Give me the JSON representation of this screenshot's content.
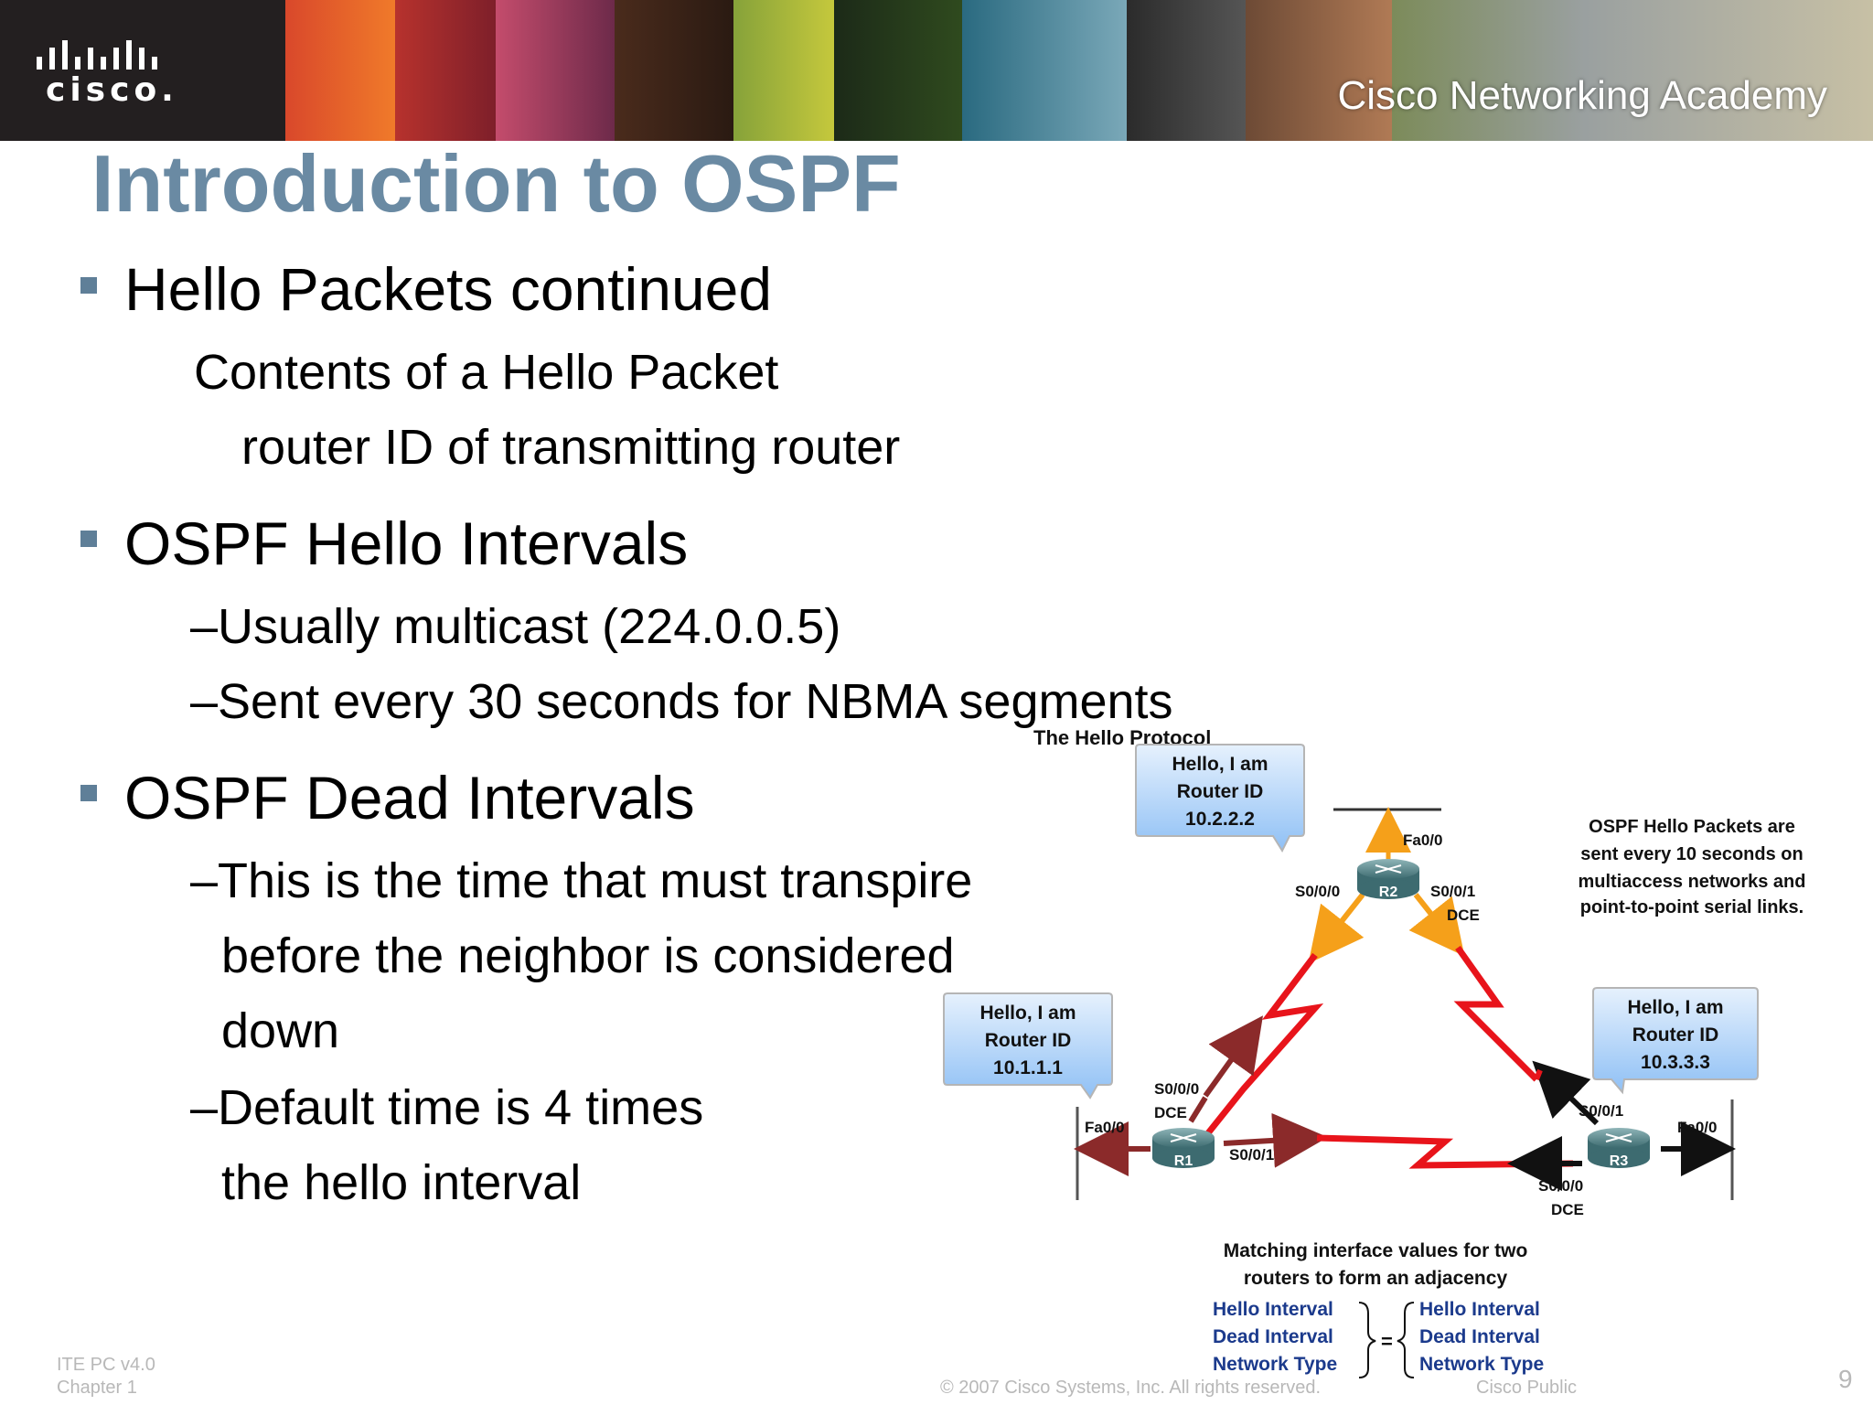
{
  "banner": {
    "logo_text": "cisco.",
    "academy_text": "Cisco Networking Academy"
  },
  "slide": {
    "title": "Introduction to OSPF",
    "b1": {
      "label": "Hello Packets continued",
      "sub1": "Contents of a Hello Packet",
      "sub2": "router ID of transmitting router"
    },
    "b2": {
      "label": "OSPF Hello Intervals",
      "items": [
        "–Usually multicast (224.0.0.5)",
        "–Sent every 30 seconds for NBMA segments"
      ]
    },
    "b3": {
      "label": "OSPF Dead Intervals",
      "item1": [
        "–This is the time that must transpire",
        "before the neighbor is considered",
        "down"
      ],
      "item2": [
        "–Default time is 4 times",
        "the hello interval"
      ]
    }
  },
  "diagram": {
    "title": "The Hello Protocol",
    "note": [
      "OSPF Hello Packets are",
      "sent every 10 seconds on",
      "multiaccess networks and",
      "point-to-point serial links."
    ],
    "callouts": {
      "r2": [
        "Hello, I am",
        "Router ID",
        "10.2.2.2"
      ],
      "r1": [
        "Hello, I am",
        "Router ID",
        "10.1.1.1"
      ],
      "r3": [
        "Hello, I am",
        "Router ID",
        "10.3.3.3"
      ]
    },
    "routers": {
      "r1": "R1",
      "r2": "R2",
      "r3": "R3"
    },
    "interfaces": {
      "r2_fa": "Fa0/0",
      "r2_s000": "S0/0/0",
      "r2_s001": "S0/0/1",
      "r2_dce": "DCE",
      "r1_s000": "S0/0/0",
      "r1_dce": "DCE",
      "r1_fa": "Fa0/0",
      "r1_s001": "S0/0/1",
      "r3_s001": "S0/0/1",
      "r3_fa": "Fa0/0",
      "r3_s000": "S0/0/0",
      "r3_dce": "DCE"
    },
    "matching": {
      "heading": [
        "Matching interface values for two",
        "routers to form an adjacency"
      ],
      "left": [
        "Hello Interval",
        "Dead Interval",
        "Network Type"
      ],
      "right": [
        "Hello Interval",
        "Dead Interval",
        "Network Type"
      ],
      "equals": "="
    },
    "colors": {
      "serial": "#e8141b",
      "ethernet_r2": "#f5a01a",
      "ethernet_r1": "#8b2a2a",
      "ethernet_r3": "#111111",
      "callout": "#c3dcf7"
    }
  },
  "footer": {
    "left": [
      "ITE PC v4.0",
      "Chapter 1"
    ],
    "copyright": "© 2007 Cisco Systems, Inc. All rights reserved.",
    "public": "Cisco Public",
    "page": "9"
  }
}
